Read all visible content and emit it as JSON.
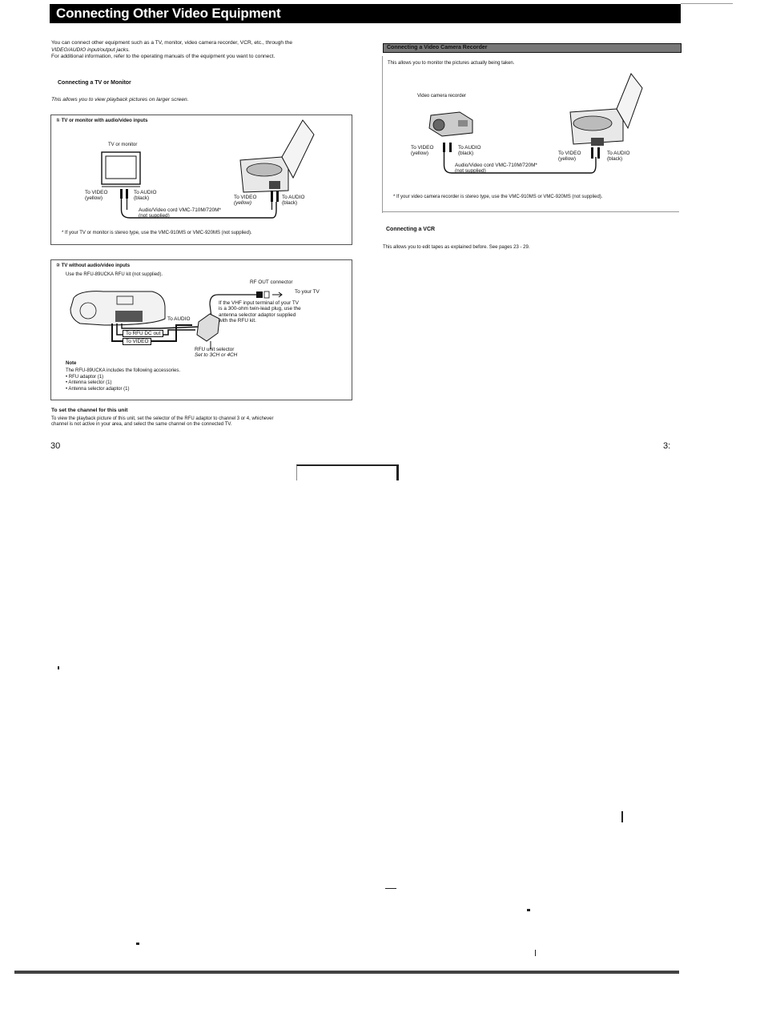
{
  "page": {
    "title": "Connecting Other Video Equipment",
    "left_page_number": "30",
    "right_page_number": "3:"
  },
  "intro": {
    "line1": "You can connect other equipment such as a TV, monitor, video camera recorder, VCR, etc., through the",
    "line2": "VIDEO/AUDIO input/output jacks.",
    "line3": "For additional information, refer to the operating manuals of the equipment you want to connect."
  },
  "tv_section": {
    "heading": "Connecting a TV or Monitor",
    "description": "This allows you to view playback pictures on larger screen."
  },
  "box1": {
    "heading": "① TV or monitor with audio/video inputs",
    "tv_label": "TV or monitor",
    "left_video": "To VIDEO",
    "left_video_color": "(yellow)",
    "left_audio": "To AUDIO",
    "left_audio_color": "(black)",
    "right_video": "To VIDEO",
    "right_video_color": "(yellow)",
    "right_audio": "To AUDIO",
    "right_audio_color": "(black)",
    "cord": "Audio/Video cord VMC-710M/720M*",
    "cord_note": "(not supplied)",
    "footnote": "* If your TV or monitor is stereo type, use the VMC-910MS or VMC-920MS (not supplied)."
  },
  "box2": {
    "heading": "② TV without audio/video inputs",
    "subheading": "Use the RFU-89UCKA RFU kit (not supplied).",
    "rf_out": "RF OUT connector",
    "to_tv": "To your TV",
    "vhf_note1": "If the VHF input terminal of your TV",
    "vhf_note2": "is a 300-ohm twin-lead plug, use the",
    "vhf_note3": "antenna selector adaptor supplied",
    "vhf_note4": "with the RFU kit.",
    "to_audio": "To AUDIO",
    "to_rfu_dc": "To RFU DC out",
    "to_video": "To VIDEO",
    "selector1": "RFU unit selector",
    "selector2": "Set to 3CH or 4CH",
    "note_title": "Note",
    "note_text": "The RFU-89UCKA includes the following accessories.",
    "items": [
      "• RFU adaptor (1)",
      "• Antenna selector (1)",
      "• Antenna selector adaptor (1)"
    ]
  },
  "channel": {
    "heading": "To set the channel for this unit",
    "line1": "To view the playback picture of this unit, set the selector of the RFU adaptor to channel 3 or 4, whichever",
    "line2": "channel is not active in your area, and select the same channel on the connected TV."
  },
  "right_col": {
    "header": "Connecting a Video Camera Recorder",
    "description": "This allows you to monitor the pictures actually being taken.",
    "camera_label": "Video camera recorder",
    "left_video": "To VIDEO",
    "left_video_color": "(yellow)",
    "left_audio": "To AUDIO",
    "left_audio_color": "(black)",
    "right_video": "To VIDEO",
    "right_video_color": "(yellow)",
    "right_audio": "To AUDIO",
    "right_audio_color": "(black)",
    "cord": "Audio/Video cord VMC-710M/720M*",
    "cord_note": "(not supplied)",
    "footnote": "* If your video camera recorder is stereo type, use the VMC-910MS or VMC-920MS (not supplied).",
    "vcr_heading": "Connecting a VCR",
    "vcr_text": "This allows you to edit tapes as explained before. See pages 23 - 29."
  }
}
